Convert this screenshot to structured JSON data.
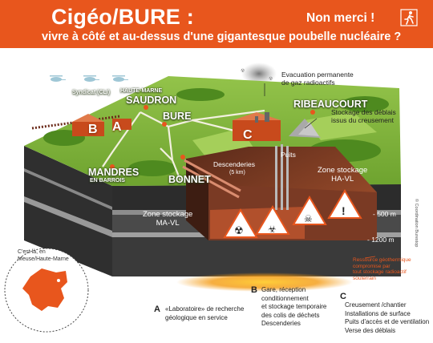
{
  "header": {
    "title": "Cigéo/BURE :",
    "subtitle": "vivre à côté et au-dessus d'une gigantesque poubelle nucléaire ?",
    "slogan": "Non merci !"
  },
  "towns": {
    "saudron": "SAUDRON",
    "bure": "BURE",
    "ribeaucourt": "RIBEAUCOURT",
    "mandres_line1": "MANDRES",
    "mandres_line2": "EN BARROIS",
    "bonnet": "BONNET",
    "syndicat": "Syndicat (CLI)",
    "haute_marne": "HAUTE-MARNE"
  },
  "site_letters": {
    "a": "A",
    "b": "B",
    "c": "C"
  },
  "annotations": {
    "evacuation_line1": "Evacuation permanente",
    "evacuation_line2": "de gaz radioactifs",
    "stockage_deblais_line1": "Stockage des déblais",
    "stockage_deblais_line2": "issus du creusement",
    "puits": "Puits",
    "descenderies": "Descenderies",
    "descenderies_length": "(5 km)",
    "zone_havl_line1": "Zone stockage",
    "zone_havl_line2": "HA-VL",
    "zone_mavl_line1": "Zone stockage",
    "zone_mavl_line2": "MA-VL",
    "depth_500": "- 500 m",
    "depth_1200": "- 1200 m",
    "geothermal_line1": "Ressource géothermique",
    "geothermal_line2": "compromise par",
    "geothermal_line3": "tout stockage radioactif",
    "geothermal_line4": "souterrain",
    "copyright": "© Coordination Burestop"
  },
  "locator": {
    "line1": "C'est là, en",
    "line2": "Meuse/Haute-Marne"
  },
  "legend": [
    {
      "letter": "A",
      "lines": [
        "«Laboratoire» de recherche",
        "géologique en service"
      ]
    },
    {
      "letter": "B",
      "lines": [
        "Gare, réception",
        "conditionnement",
        "et stockage temporaire",
        "des colis de déchets",
        "Descenderies"
      ]
    },
    {
      "letter": "C",
      "lines": [
        "Creusement /chantier",
        "Installations de surface",
        "Puits d'accès et de ventilation",
        "Verse des déblais"
      ]
    }
  ],
  "colors": {
    "banner": "#e8561d",
    "grass": "#7fb339",
    "soil": "#3a3a3a",
    "cavern": "#7a3a24",
    "hazard": "#e8561d",
    "geothermal": "#f4a300"
  },
  "icons": [
    "running-person-icon",
    "helicopter-icon",
    "radioactive-icon",
    "hazard-warning-icon",
    "france-map-icon"
  ]
}
